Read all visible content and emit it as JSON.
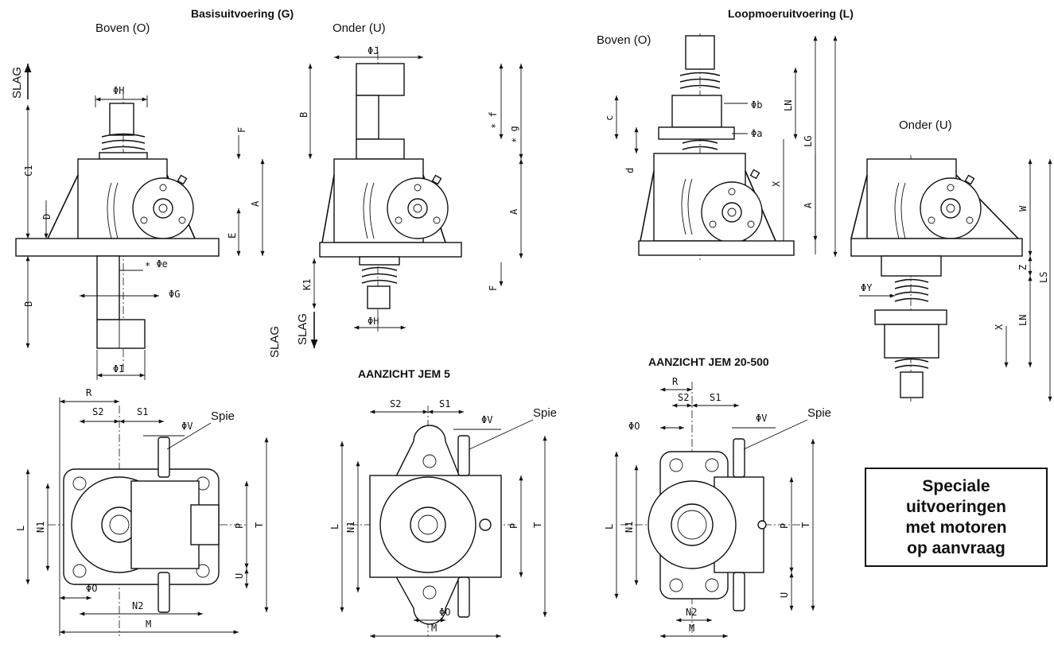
{
  "headings": {
    "basic": "Basisuitvoering (G)",
    "travelling_nut": "Loopmoeruitvoering (L)",
    "view_jem5": "AANZICHT JEM 5",
    "view_jem20": "AANZICHT JEM 20-500"
  },
  "view_labels": {
    "top": "Boven (O)",
    "bottom": "Onder (U)"
  },
  "stroke_label": "SLAG",
  "key_label": "Spie",
  "dims": {
    "phiH": "ΦH",
    "F": "F",
    "C1": "C1",
    "D": "D",
    "A": "A",
    "E": "E",
    "phie": "∗ Φe",
    "phiG": "ΦG",
    "B": "B",
    "phiI": "ΦI",
    "phiJ": "ΦJ",
    "f": "∗ f",
    "g": "∗ g",
    "K1": "K1",
    "phib": "Φb",
    "phia": "Φa",
    "c": "c",
    "d": "d",
    "LN": "LN",
    "LG": "LG",
    "X": "X",
    "W": "W",
    "Z": "Z",
    "LS": "LS",
    "phiY": "ΦY",
    "R": "R",
    "S2": "S2",
    "S1": "S1",
    "phiV": "ΦV",
    "L": "L",
    "N1": "N1",
    "P": "P",
    "T": "T",
    "U": "U",
    "phiO": "ΦO",
    "N2": "N2",
    "M": "M"
  },
  "note": {
    "lines": [
      "Speciale",
      "uitvoeringen",
      "met motoren",
      "op aanvraag"
    ]
  }
}
